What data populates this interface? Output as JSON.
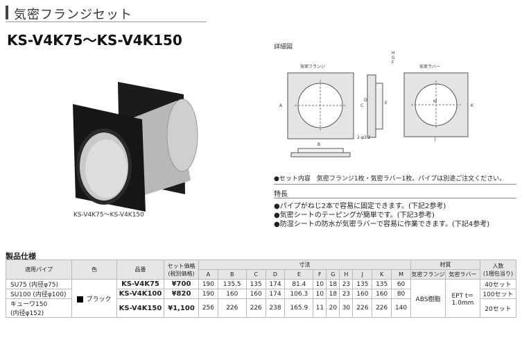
{
  "header": {
    "title": "気密フランジセット",
    "model_range": "KS-V4K75～KS-V4K150"
  },
  "photo": {
    "caption": "KS-V4K75～KS-V4K150"
  },
  "detail": {
    "label": "詳細図",
    "flange_label": "気密フランジ",
    "rubber_label": "気密ラバー",
    "dim_letters": [
      "A",
      "B",
      "C",
      "D",
      "E",
      "F",
      "G",
      "H",
      "J",
      "K",
      "M"
    ],
    "hole_label": "2-φ3.2",
    "note": "●セット内容　気密フランジ1枚・気密ラバー1枚。パイプは別途ご注文ください。"
  },
  "features": {
    "heading": "特長",
    "items": [
      "●パイプがねじ2本で容易に固定できます。(下記2参考)",
      "●気密シートのテーピングが簡単です。(下記3参考)",
      "●防湿シートの防水が気密ラバーで容易に作業できます。(下記4参考)"
    ]
  },
  "spec": {
    "heading": "製品仕様",
    "headers": {
      "pipe": "適用パイプ",
      "color": "色",
      "model": "品番",
      "price": "セット価格",
      "price_sub": "(税別価格)",
      "dims": "寸法",
      "material": "材質",
      "material_flange": "気密フランジ",
      "material_rubber": "気密ラバー",
      "qty": "入数",
      "qty_sub": "(1梱包当り)"
    },
    "dim_cols": [
      "A",
      "B",
      "C",
      "D",
      "E",
      "F",
      "G",
      "H",
      "J",
      "K",
      "M"
    ],
    "color_value": "ブラック",
    "material_flange_value": "ABS樹脂",
    "material_rubber_value": "EPT t＝1.0mm",
    "rows": [
      {
        "pipe": "SU75 (内径φ75)",
        "pipe2": "",
        "model": "KS-V4K75",
        "price": "¥700",
        "dims": [
          "190",
          "135.5",
          "135",
          "174",
          "81.4",
          "10",
          "18",
          "23",
          "135",
          "135",
          "60"
        ],
        "qty": "40セット"
      },
      {
        "pipe": "SU100 (内径φ100)",
        "pipe2": "",
        "model": "KS-V4K100",
        "price": "¥820",
        "dims": [
          "190",
          "160",
          "160",
          "174",
          "106.3",
          "10",
          "18",
          "23",
          "160",
          "160",
          "80"
        ],
        "qty": "100セット"
      },
      {
        "pipe": "キューワ150",
        "pipe2": "(内径φ152)",
        "model": "KS-V4K150",
        "price": "¥1,100",
        "dims": [
          "256",
          "226",
          "226",
          "238",
          "165.9",
          "11",
          "20",
          "30",
          "226",
          "226",
          "140"
        ],
        "qty": "20セット"
      }
    ]
  }
}
